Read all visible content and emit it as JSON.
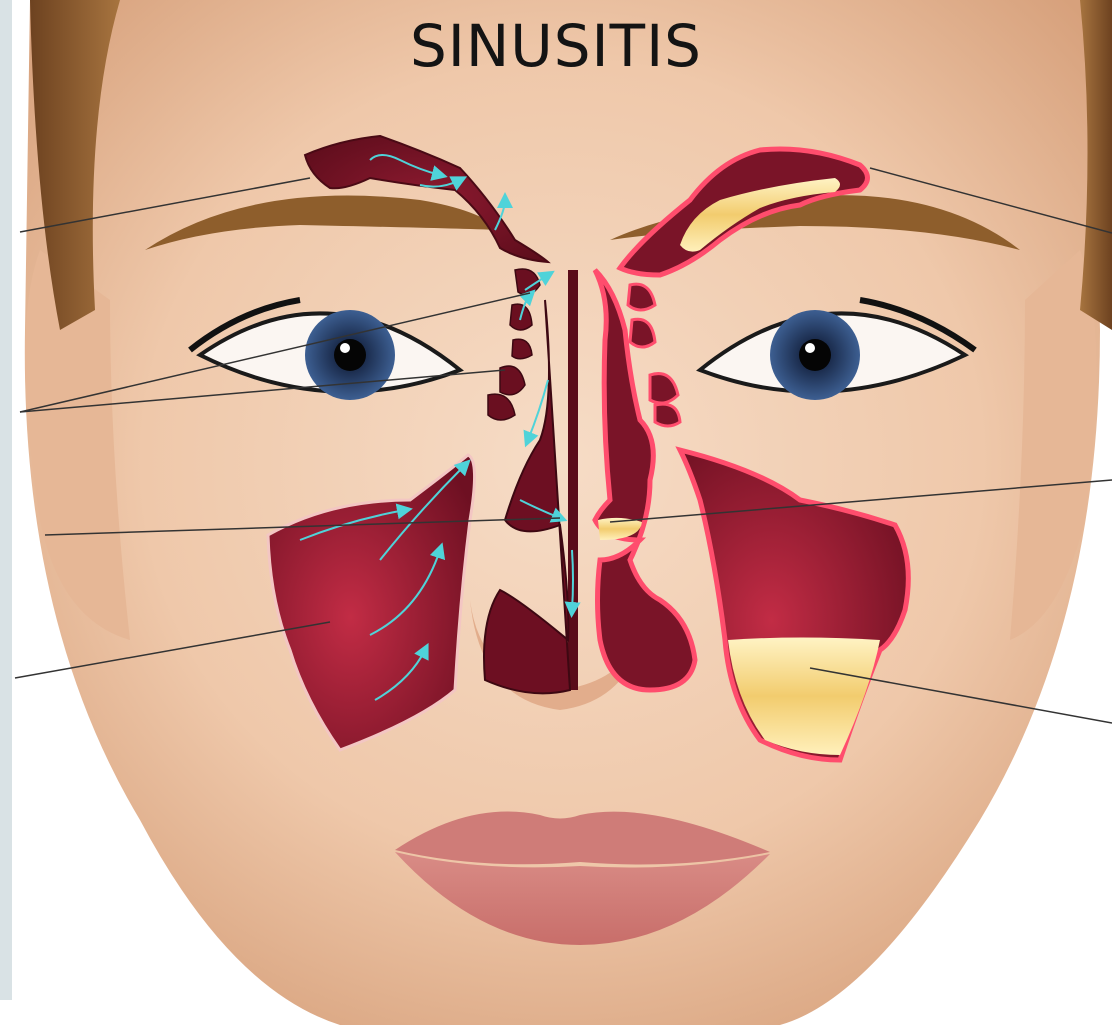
{
  "title": "SINUSITIS",
  "colors": {
    "skin": "#f1cfb4",
    "skin_shadow": "#d9a887",
    "hair": "#8a5a2c",
    "healthy_sinus": "#7a1428",
    "inflamed_outline": "#ff4d6d",
    "mucus": "#f5d98e",
    "airflow_arrow": "#4fd3d9",
    "leader_line": "#333333"
  },
  "sinuses": [
    {
      "name": "frontal-sinus"
    },
    {
      "name": "ethmoid-sinus"
    },
    {
      "name": "nasal-cavity"
    },
    {
      "name": "maxillary-sinus"
    }
  ],
  "icons": [
    "airflow-arrow-icon",
    "eye-icon",
    "lips-icon",
    "nose-icon"
  ]
}
